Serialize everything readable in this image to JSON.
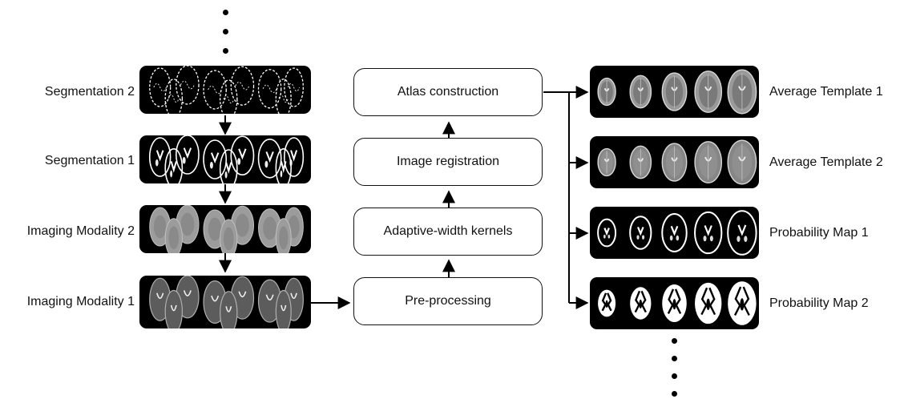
{
  "inputs": [
    {
      "label": "Segmentation 2",
      "kind": "seg2"
    },
    {
      "label": "Segmentation 1",
      "kind": "seg1"
    },
    {
      "label": "Imaging Modality 2",
      "kind": "mod2"
    },
    {
      "label": "Imaging Modality 1",
      "kind": "mod1"
    }
  ],
  "pipeline": [
    {
      "label": "Atlas construction"
    },
    {
      "label": "Image registration"
    },
    {
      "label": "Adaptive-width kernels"
    },
    {
      "label": "Pre-processing"
    }
  ],
  "outputs": [
    {
      "label": "Average Template 1",
      "kind": "avg1"
    },
    {
      "label": "Average Template 2",
      "kind": "avg2"
    },
    {
      "label": "Probability Map 1",
      "kind": "prob1"
    },
    {
      "label": "Probability Map 2",
      "kind": "prob2"
    }
  ]
}
